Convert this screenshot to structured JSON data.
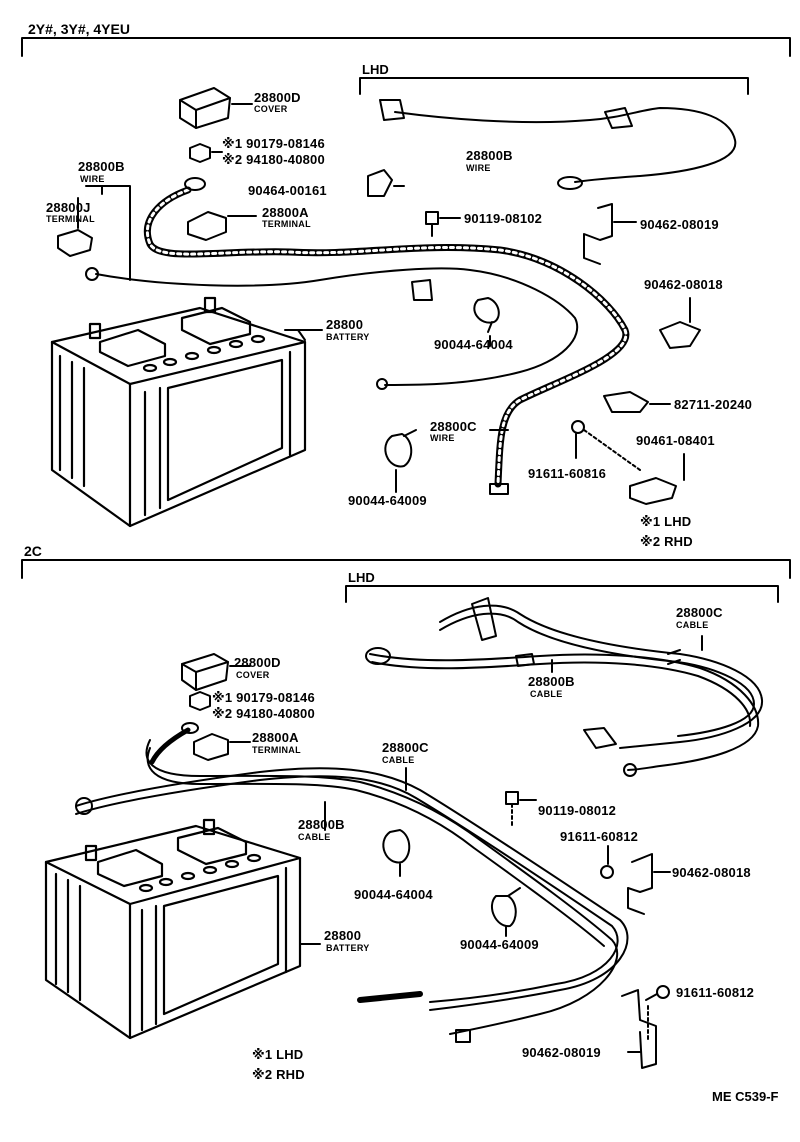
{
  "sections": [
    {
      "header": "2Y#, 3Y#, 4YEU",
      "lhd": "LHD",
      "callouts": [
        {
          "part": "28800D",
          "desc": "COVER"
        },
        {
          "part": "※1 90179-08146"
        },
        {
          "part": "※2 94180-40800"
        },
        {
          "part": "28800B",
          "desc": "WIRE"
        },
        {
          "part": "28800J",
          "desc": "TERMINAL"
        },
        {
          "part": "90464-00161"
        },
        {
          "part": "28800A",
          "desc": "TERMINAL"
        },
        {
          "part": "28800",
          "desc": "BATTERY"
        },
        {
          "part": "28800B",
          "desc": "WIRE"
        },
        {
          "part": "90119-08102"
        },
        {
          "part": "90462-08019"
        },
        {
          "part": "90462-08018"
        },
        {
          "part": "90044-64004"
        },
        {
          "part": "82711-20240"
        },
        {
          "part": "28800C",
          "desc": "WIRE"
        },
        {
          "part": "90461-08401"
        },
        {
          "part": "91611-60816"
        },
        {
          "part": "90044-64009"
        }
      ],
      "notes": [
        "※1 LHD",
        "※2 RHD"
      ]
    },
    {
      "header": "2C",
      "lhd": "LHD",
      "callouts": [
        {
          "part": "28800C",
          "desc": "CABLE"
        },
        {
          "part": "28800D",
          "desc": "COVER"
        },
        {
          "part": "28800B",
          "desc": "CABLE"
        },
        {
          "part": "※1 90179-08146"
        },
        {
          "part": "※2 94180-40800"
        },
        {
          "part": "28800A",
          "desc": "TERMINAL"
        },
        {
          "part": "28800C",
          "desc": "CABLE"
        },
        {
          "part": "90119-08012"
        },
        {
          "part": "28800B",
          "desc": "CABLE"
        },
        {
          "part": "91611-60812"
        },
        {
          "part": "90462-08018"
        },
        {
          "part": "90044-64004"
        },
        {
          "part": "28800",
          "desc": "BATTERY"
        },
        {
          "part": "90044-64009"
        },
        {
          "part": "91611-60812"
        },
        {
          "part": "90462-08019"
        }
      ],
      "notes": [
        "※1 LHD",
        "※2 RHD"
      ]
    }
  ],
  "figure_code": "ME C539-F"
}
